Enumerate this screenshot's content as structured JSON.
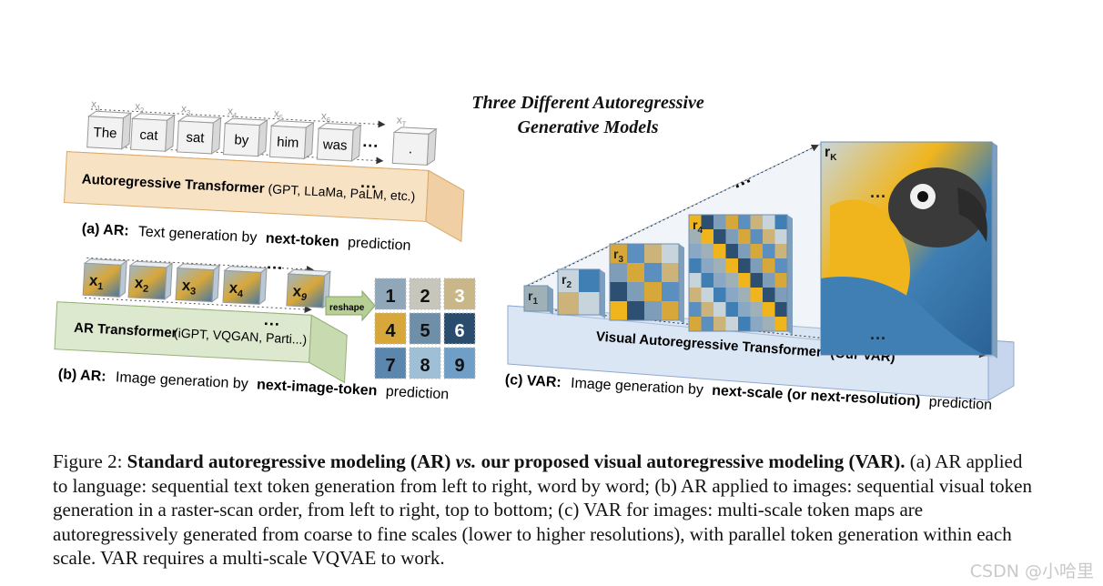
{
  "figure": {
    "title_line1": "Three  Different  Autoregressive",
    "title_line2": "Generative  Models"
  },
  "panel_a": {
    "tokens": [
      "The",
      "cat",
      "sat",
      "by",
      "him",
      "was",
      "."
    ],
    "token_subs": [
      "1",
      "2",
      "3",
      "4",
      "5",
      "6",
      "T"
    ],
    "token_var": "x",
    "ellipsis": "···",
    "transformer_label": "Autoregressive Transformer",
    "transformer_models": "(GPT, LLaMa, PaLM, etc.)",
    "caption_tag": "(a) AR:",
    "caption_text": "Text generation by",
    "caption_bold": "next-token",
    "caption_tail": "prediction"
  },
  "panel_b": {
    "tokens": [
      "x",
      "x",
      "x",
      "x",
      "x"
    ],
    "token_subs": [
      "1",
      "2",
      "3",
      "4",
      "9"
    ],
    "ellipsis": "···",
    "reshape_label": "reshape",
    "grid_numbers": [
      "1",
      "2",
      "3",
      "4",
      "5",
      "6",
      "7",
      "8",
      "9"
    ],
    "transformer_label": "AR Transformer",
    "transformer_models": "(iGPT, VQGAN, Parti...)",
    "caption_tag": "(b) AR:",
    "caption_text": "Image generation by",
    "caption_bold": "next-image-token",
    "caption_tail": "prediction"
  },
  "panel_c": {
    "scales": [
      {
        "var": "r",
        "sub": "1"
      },
      {
        "var": "r",
        "sub": "2"
      },
      {
        "var": "r",
        "sub": "3"
      },
      {
        "var": "r",
        "sub": "4"
      },
      {
        "var": "r",
        "sub": "K"
      }
    ],
    "ellipsis": "···",
    "transformer_label": "Visual Autoregressive Transformer",
    "transformer_models": "(Our VAR)",
    "caption_tag": "(c) VAR:",
    "caption_text": "Image generation by",
    "caption_bold": "next-scale (or next-resolution)",
    "caption_tail": "prediction"
  },
  "caption": {
    "figure_label": "Figure 2:",
    "bold_a": "Standard autoregressive modeling (AR)",
    "vs": "vs.",
    "bold_b": "our proposed visual autoregressive modeling (VAR).",
    "body": "(a) AR applied to language: sequential text token generation from left to right, word by word; (b) AR applied to images: sequential visual token generation in a raster-scan order, from left to right, top to bottom; (c) VAR for images: multi-scale token maps are autoregressively generated from coarse to fine scales (lower to higher resolutions), with parallel token generation within each scale. VAR requires a multi-scale VQVAE to work."
  },
  "watermark": "CSDN @小哈里",
  "colors": {
    "ar_box": "#f8e2c4",
    "ar_box_edge": "#d9a86a",
    "ar2_box": "#dde9cf",
    "ar2_box_edge": "#97b079",
    "var_box": "#dbe6f5",
    "var_box_edge": "#8fa9cf",
    "token_box": "#f2f2f2",
    "parrot_blue": "#3f7fb3",
    "parrot_yellow": "#f0b51d"
  }
}
